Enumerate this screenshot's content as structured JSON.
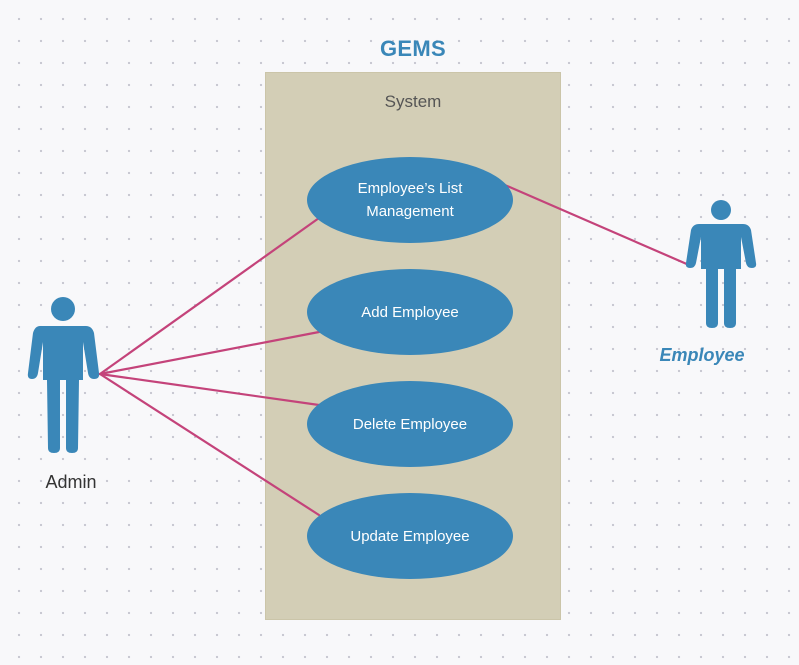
{
  "title": "GEMS",
  "system": {
    "label": "System"
  },
  "use_cases": [
    {
      "label": "Employee’s List Management"
    },
    {
      "label": "Add Employee"
    },
    {
      "label": "Delete Employee"
    },
    {
      "label": "Update Employee"
    }
  ],
  "actors": {
    "admin": {
      "label": "Admin",
      "icon": "person-icon"
    },
    "employee": {
      "label": "Employee",
      "icon": "person-icon"
    }
  },
  "colors": {
    "actor_and_usecase_fill": "#3a87b8",
    "association_line": "#c4437a",
    "system_boundary_fill": "#d3ceb6"
  }
}
